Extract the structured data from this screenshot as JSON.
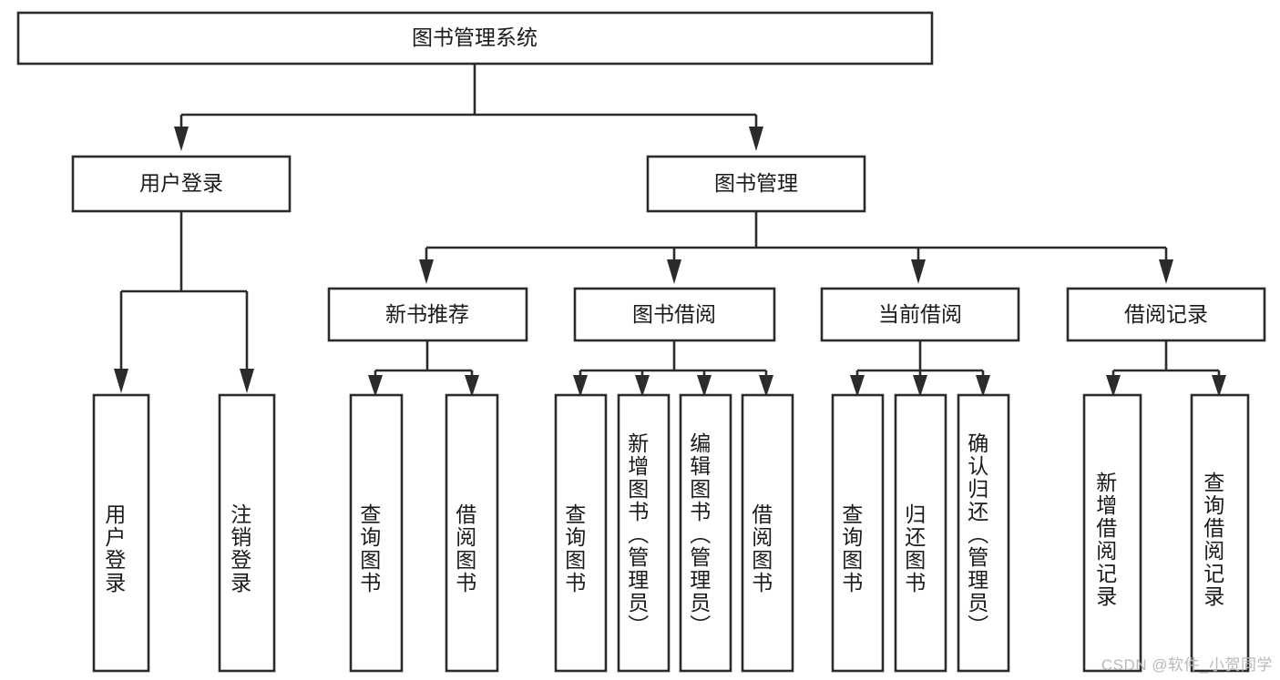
{
  "diagram": {
    "title": "图书管理系统",
    "type": "tree-hierarchy",
    "orientation": "top-down",
    "colors": {
      "box_fill": "#ffffff",
      "box_stroke": "#2b2b2b",
      "text": "#1a1a1a",
      "watermark": "#b9b9b9",
      "background": "#ffffff"
    },
    "root": {
      "label": "图书管理系统"
    },
    "level2": [
      {
        "label": "用户登录"
      },
      {
        "label": "图书管理"
      }
    ],
    "level3": [
      {
        "label": "新书推荐"
      },
      {
        "label": "图书借阅"
      },
      {
        "label": "当前借阅"
      },
      {
        "label": "借阅记录"
      }
    ],
    "leaves": {
      "user_login": [
        {
          "label": "用户登录"
        },
        {
          "label": "注销登录"
        }
      ],
      "new_book_recommend": [
        {
          "label": "查询图书"
        },
        {
          "label": "借阅图书"
        }
      ],
      "book_borrow": [
        {
          "label": "查询图书"
        },
        {
          "label": "新增图书（管理员）"
        },
        {
          "label": "编辑图书（管理员）"
        },
        {
          "label": "借阅图书"
        }
      ],
      "current_borrow": [
        {
          "label": "查询图书"
        },
        {
          "label": "归还图书"
        },
        {
          "label": "确认归还（管理员）"
        }
      ],
      "borrow_record": [
        {
          "label": "新增借阅记录"
        },
        {
          "label": "查询借阅记录"
        }
      ]
    }
  },
  "watermark": {
    "text": "CSDN @软件_小贺同学"
  }
}
